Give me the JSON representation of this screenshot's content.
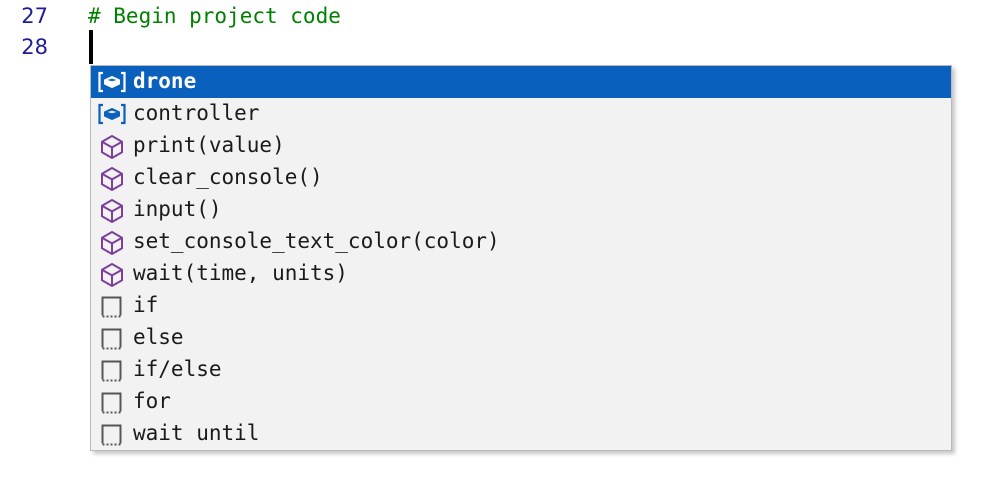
{
  "editor": {
    "lines": [
      {
        "number": "27",
        "text": "# Begin project code",
        "kind": "comment"
      },
      {
        "number": "28",
        "text": "",
        "kind": "plain"
      }
    ],
    "caret_line": "28",
    "comment_color": "#008000",
    "gutter_color": "#1c1c99",
    "background_color": "#ffffff"
  },
  "autocomplete": {
    "background_color": "#f2f2f2",
    "border_color": "#b9b9b9",
    "selection_color": "#0a60bd",
    "selection_text_color": "#ffffff",
    "module_icon_color": "#0a60bd",
    "method_icon_color": "#7b3f9e",
    "keyword_icon_color": "#555555",
    "selected_index": 0,
    "items": [
      {
        "label": "drone",
        "icon": "module-icon"
      },
      {
        "label": "controller",
        "icon": "module-icon"
      },
      {
        "label": "print(value)",
        "icon": "method-icon"
      },
      {
        "label": "clear_console()",
        "icon": "method-icon"
      },
      {
        "label": "input()",
        "icon": "method-icon"
      },
      {
        "label": "set_console_text_color(color)",
        "icon": "method-icon"
      },
      {
        "label": "wait(time, units)",
        "icon": "method-icon"
      },
      {
        "label": "if",
        "icon": "keyword-icon"
      },
      {
        "label": "else",
        "icon": "keyword-icon"
      },
      {
        "label": "if/else",
        "icon": "keyword-icon"
      },
      {
        "label": "for",
        "icon": "keyword-icon"
      },
      {
        "label": "wait until",
        "icon": "keyword-icon"
      }
    ]
  }
}
